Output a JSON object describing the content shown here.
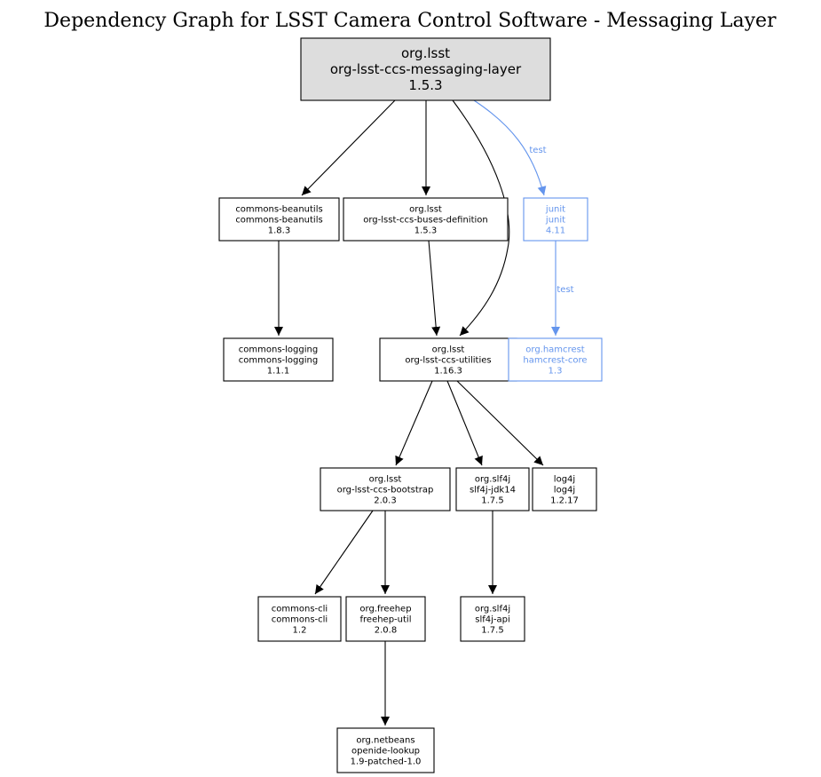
{
  "title": "Dependency Graph for LSST Camera Control Software - Messaging Layer",
  "colors": {
    "root_fill": "#dddddd",
    "test": "#6495ed",
    "default": "#000000"
  },
  "nodes": [
    {
      "id": "messaging",
      "lines": [
        "org.lsst",
        "org-lsst-ccs-messaging-layer",
        "1.5.3"
      ],
      "style": "root"
    },
    {
      "id": "beanutils",
      "lines": [
        "commons-beanutils",
        "commons-beanutils",
        "1.8.3"
      ],
      "style": "normal"
    },
    {
      "id": "buses",
      "lines": [
        "org.lsst",
        "org-lsst-ccs-buses-definition",
        "1.5.3"
      ],
      "style": "normal"
    },
    {
      "id": "junit",
      "lines": [
        "junit",
        "junit",
        "4.11"
      ],
      "style": "test"
    },
    {
      "id": "logging",
      "lines": [
        "commons-logging",
        "commons-logging",
        "1.1.1"
      ],
      "style": "normal"
    },
    {
      "id": "utilities",
      "lines": [
        "org.lsst",
        "org-lsst-ccs-utilities",
        "1.16.3"
      ],
      "style": "normal"
    },
    {
      "id": "hamcrest",
      "lines": [
        "org.hamcrest",
        "hamcrest-core",
        "1.3"
      ],
      "style": "test"
    },
    {
      "id": "bootstrap",
      "lines": [
        "org.lsst",
        "org-lsst-ccs-bootstrap",
        "2.0.3"
      ],
      "style": "normal"
    },
    {
      "id": "jdk14",
      "lines": [
        "org.slf4j",
        "slf4j-jdk14",
        "1.7.5"
      ],
      "style": "normal"
    },
    {
      "id": "log4j",
      "lines": [
        "log4j",
        "log4j",
        "1.2.17"
      ],
      "style": "normal"
    },
    {
      "id": "cli",
      "lines": [
        "commons-cli",
        "commons-cli",
        "1.2"
      ],
      "style": "normal"
    },
    {
      "id": "freehep",
      "lines": [
        "org.freehep",
        "freehep-util",
        "2.0.8"
      ],
      "style": "normal"
    },
    {
      "id": "slf4japi",
      "lines": [
        "org.slf4j",
        "slf4j-api",
        "1.7.5"
      ],
      "style": "normal"
    },
    {
      "id": "lookup",
      "lines": [
        "org.netbeans",
        "openide-lookup",
        "1.9-patched-1.0"
      ],
      "style": "normal"
    }
  ],
  "edges": [
    {
      "from": "messaging",
      "to": "beanutils",
      "style": "normal",
      "label": ""
    },
    {
      "from": "messaging",
      "to": "buses",
      "style": "normal",
      "label": ""
    },
    {
      "from": "messaging",
      "to": "utilities",
      "style": "normal",
      "label": ""
    },
    {
      "from": "messaging",
      "to": "junit",
      "style": "test",
      "label": "test"
    },
    {
      "from": "beanutils",
      "to": "logging",
      "style": "normal",
      "label": ""
    },
    {
      "from": "buses",
      "to": "utilities",
      "style": "normal",
      "label": ""
    },
    {
      "from": "junit",
      "to": "hamcrest",
      "style": "test",
      "label": "test"
    },
    {
      "from": "utilities",
      "to": "bootstrap",
      "style": "normal",
      "label": ""
    },
    {
      "from": "utilities",
      "to": "jdk14",
      "style": "normal",
      "label": ""
    },
    {
      "from": "utilities",
      "to": "log4j",
      "style": "normal",
      "label": ""
    },
    {
      "from": "bootstrap",
      "to": "cli",
      "style": "normal",
      "label": ""
    },
    {
      "from": "bootstrap",
      "to": "freehep",
      "style": "normal",
      "label": ""
    },
    {
      "from": "jdk14",
      "to": "slf4japi",
      "style": "normal",
      "label": ""
    },
    {
      "from": "freehep",
      "to": "lookup",
      "style": "normal",
      "label": ""
    }
  ]
}
